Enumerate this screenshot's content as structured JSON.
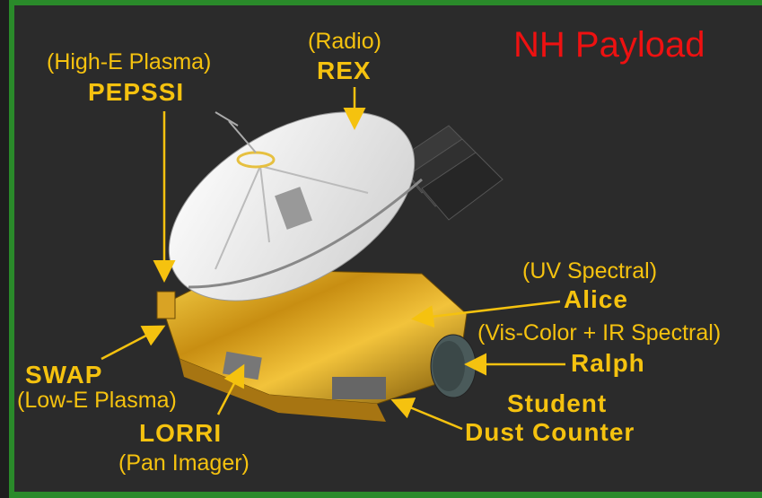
{
  "title": "NH Payload",
  "instruments": {
    "rex": {
      "name": "REX",
      "sub": "(Radio)"
    },
    "pepssi": {
      "name": "PEPSSI",
      "sub": "(High-E Plasma)"
    },
    "alice": {
      "name": "Alice",
      "sub": "(UV Spectral)"
    },
    "ralph": {
      "name": "Ralph",
      "sub": "(Vis-Color + IR Spectral)"
    },
    "swap": {
      "name": "SWAP",
      "sub": "(Low-E Plasma)"
    },
    "lorri": {
      "name": "LORRI",
      "sub": "(Pan Imager)"
    },
    "sdc": {
      "name1": "Student",
      "name2": "Dust Counter"
    }
  },
  "colors": {
    "label": "#f5c20f",
    "title": "#ee1111",
    "border": "#2a8a2a",
    "background": "#2b2b2b"
  }
}
